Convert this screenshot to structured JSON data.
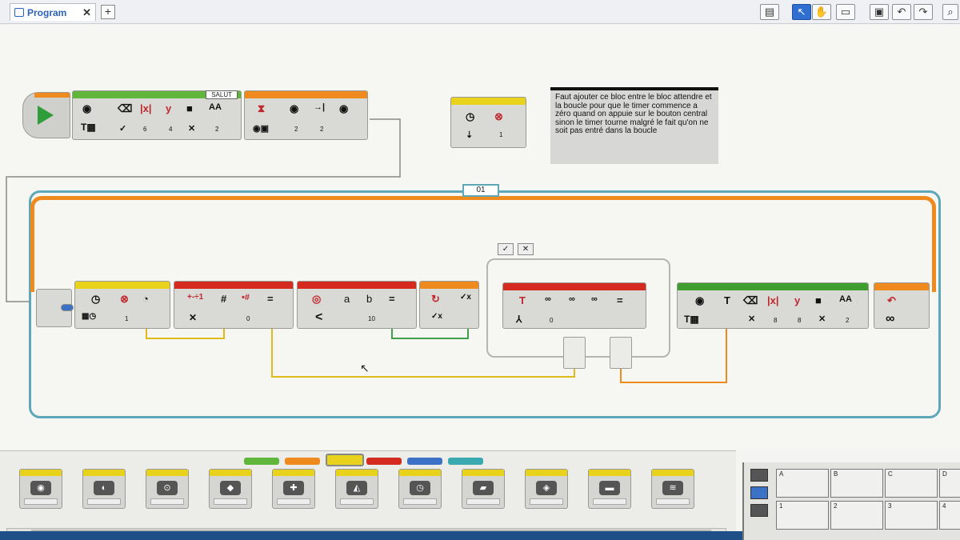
{
  "tab": {
    "label": "Program",
    "close": "✕",
    "add": "+"
  },
  "toolbar": {
    "items": [
      {
        "name": "content-editor-icon",
        "glyph": "▤"
      },
      {
        "name": "select-tool-icon",
        "glyph": "↖"
      },
      {
        "name": "pan-tool-icon",
        "glyph": "✋"
      },
      {
        "name": "comment-tool-icon",
        "glyph": "▭"
      },
      {
        "name": "save-icon",
        "glyph": "▣"
      },
      {
        "name": "undo-icon",
        "glyph": "↶"
      },
      {
        "name": "redo-icon",
        "glyph": "↷"
      },
      {
        "name": "zoom-icon",
        "glyph": "⌕"
      }
    ]
  },
  "blocks": {
    "display_1": {
      "title": "SALUT",
      "values": [
        "6",
        "4",
        "2"
      ]
    },
    "timer_wait": {
      "values": [
        "2",
        "2"
      ]
    },
    "floating_timer": {
      "value": "1"
    },
    "loop_timer": {
      "value": "1"
    },
    "math": {
      "value": "0",
      "op_symbol": "#"
    },
    "compare": {
      "a": "a",
      "b": "b",
      "value": "10",
      "op": "<",
      "eq": "="
    },
    "text_block": {
      "value": "0",
      "t": "T",
      "eq": "="
    },
    "display_2": {
      "values": [
        "8",
        "8",
        "2"
      ],
      "t": "T"
    },
    "loop_end": {
      "symbol": "∞"
    }
  },
  "loop": {
    "tag": "01"
  },
  "switch": {
    "case_true": "✓",
    "case_false": "✕"
  },
  "note": {
    "text": "Faut ajouter ce bloc entre le bloc attendre et la boucle pour que le timer commence a zéro quand on appuie sur le bouton central sinon le timer tourne malgré le fait qu'on ne soit pas entré dans la boucle"
  },
  "palette": {
    "tabs": [
      "#5fb63a",
      "#ef8a1e",
      "#e8d21b",
      "#d42a20",
      "#3b72c6",
      "#3aa9b0"
    ],
    "selected_tab": 2,
    "blocks": [
      {
        "name": "palette-medium-motor-block",
        "glyph": "◉"
      },
      {
        "name": "palette-large-motor-block",
        "glyph": "◐"
      },
      {
        "name": "palette-motor-rotation-block",
        "glyph": "⊙"
      },
      {
        "name": "palette-color-sensor-block",
        "glyph": "◆"
      },
      {
        "name": "palette-gyro-sensor-block",
        "glyph": "✚"
      },
      {
        "name": "palette-infrared-sensor-block",
        "glyph": "◭"
      },
      {
        "name": "palette-timer-block",
        "glyph": "◷"
      },
      {
        "name": "palette-touch-sensor-block",
        "glyph": "▰"
      },
      {
        "name": "palette-ultrasonic-sensor-block",
        "glyph": "◈"
      },
      {
        "name": "palette-energy-meter-block",
        "glyph": "▬"
      },
      {
        "name": "palette-nxt-sound-block",
        "glyph": "≋"
      }
    ]
  },
  "ports": {
    "cols": [
      "A",
      "B",
      "C",
      "D"
    ],
    "rows": [
      "1",
      "2",
      "3",
      "4"
    ]
  }
}
